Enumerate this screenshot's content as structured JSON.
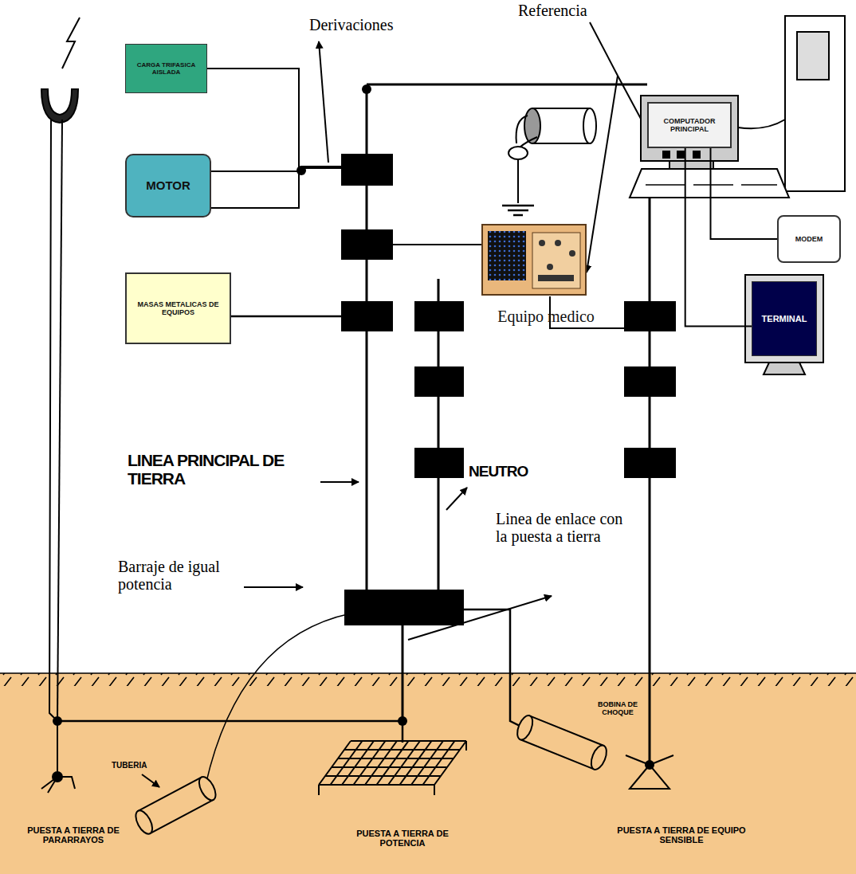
{
  "diagram": {
    "nodes": [
      {
        "text": [
          "CARGA TRIFASICA AISLADA"
        ]
      },
      {
        "text": [
          "COMPUTADOR PRINCIPAL"
        ]
      },
      {
        "text": [
          "MOTOR"
        ]
      },
      {
        "text": [
          "MODEM"
        ]
      },
      {
        "text": [
          "Equipo medico"
        ]
      },
      {
        "text": [
          "MASAS METALICAS DE EQUIPOS"
        ]
      },
      {
        "text": [
          "TERMINAL"
        ]
      }
    ],
    "edges": [
      {
        "from": 0,
        "to": 2,
        "arrow": "none"
      },
      {
        "from": 1,
        "to": 3,
        "arrow": "none"
      },
      {
        "from": 1,
        "to": 6,
        "arrow": "none"
      }
    ],
    "labels": [
      "Derivaciones",
      "Referencia",
      "LINEA PRINCIPAL DE TIERRA",
      "NEUTRO",
      "Linea de enlace con la puesta a tierra",
      "Barraje de igual potencia",
      "TUBERIA",
      "BOBINA DE CHOQUE",
      "PUESTA A TIERRA DE PARARRAYOS",
      "PUESTA A TIERRA DE POTENCIA",
      "PUESTA A TIERRA DE EQUIPO SENSIBLE"
    ]
  }
}
